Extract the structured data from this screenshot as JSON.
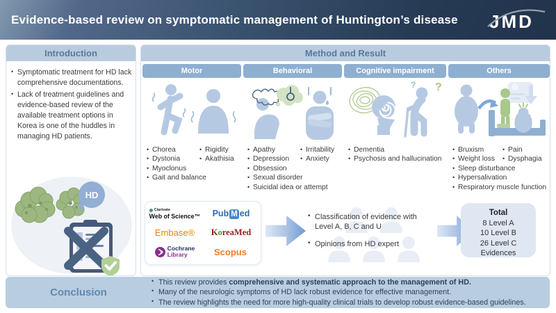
{
  "header": {
    "title": "Evidence-based review on symptomatic management of Huntington’s disease",
    "logo": "JMD"
  },
  "intro": {
    "title": "Introduction",
    "bullets": [
      "Symptomatic treatment for HD lack comprehensive documentations.",
      "Lack of treatment guidelines and evidence-based review of the available treatment options in Korea is one of the huddles in managing HD patients."
    ],
    "hd_badge": "HD"
  },
  "method": {
    "title": "Method and Result",
    "columns": [
      {
        "label": "Motor",
        "left": [
          "Chorea",
          "Dystonia",
          "Myoclonus",
          "Gait and balance"
        ],
        "right": [
          "Rigidity",
          "Akathisia"
        ]
      },
      {
        "label": "Behavioral",
        "left": [
          "Apathy",
          "Depression",
          "Obsession",
          "Sexual disorder",
          "Suicidal idea or attempt"
        ],
        "right": [
          "Irritability",
          "Anxiety"
        ]
      },
      {
        "label": "Cognitive impairment",
        "left": [
          "Dementia",
          "Psychosis and hallucination"
        ],
        "right": []
      },
      {
        "label": "Others",
        "left": [
          "Bruxism",
          "Weight loss",
          "Sleep disturbance",
          "Hypersalivation",
          "Respiratory muscle function"
        ],
        "right": [
          "Pain",
          "Dysphagia"
        ]
      }
    ]
  },
  "pipeline": {
    "databases": {
      "clarivate": "Clarivate",
      "web_of_science": "Web of Science™",
      "pubmed_pre": "Pub",
      "pubmed_m": "M",
      "pubmed_post": "ed",
      "embase": "Embase®",
      "koreamed_k": "K",
      "koreamed_o": "o",
      "koreamed_rest": "reaMed",
      "cochrane_top": "Cochrane",
      "cochrane_bottom": "Library",
      "scopus": "Scopus",
      "scopus_mark": "˙"
    },
    "steps": [
      "Classification of evidence with Level A, B, C and U",
      "Opinions from HD expert"
    ],
    "total": {
      "title": "Total",
      "lines": [
        "8 Level A",
        "10 Level B",
        "26 Level C",
        "Evidences"
      ]
    }
  },
  "conclusion": {
    "title": "Conclusion",
    "bullets": [
      {
        "prefix": "This review provides ",
        "bold": "comprehensive and systematic approach to the management of HD."
      },
      {
        "prefix": "Many of the neurologic symptoms of HD lack robust evidence for effective management.",
        "bold": ""
      },
      {
        "prefix": "The review highlights the need for more high-quality clinical trials to develop robust evidence-based guidelines.",
        "bold": ""
      }
    ]
  },
  "colors": {
    "header_navy": "#2c4260",
    "section_bar": "#b9cbdf",
    "section_text": "#56799f",
    "subheader_blue": "#8fafd1",
    "icon_blue": "#b6c9e2",
    "accent_green": "#9cb780",
    "arrow_blue": "#6f9ad3",
    "conclusion_band": "#b9cde1"
  }
}
